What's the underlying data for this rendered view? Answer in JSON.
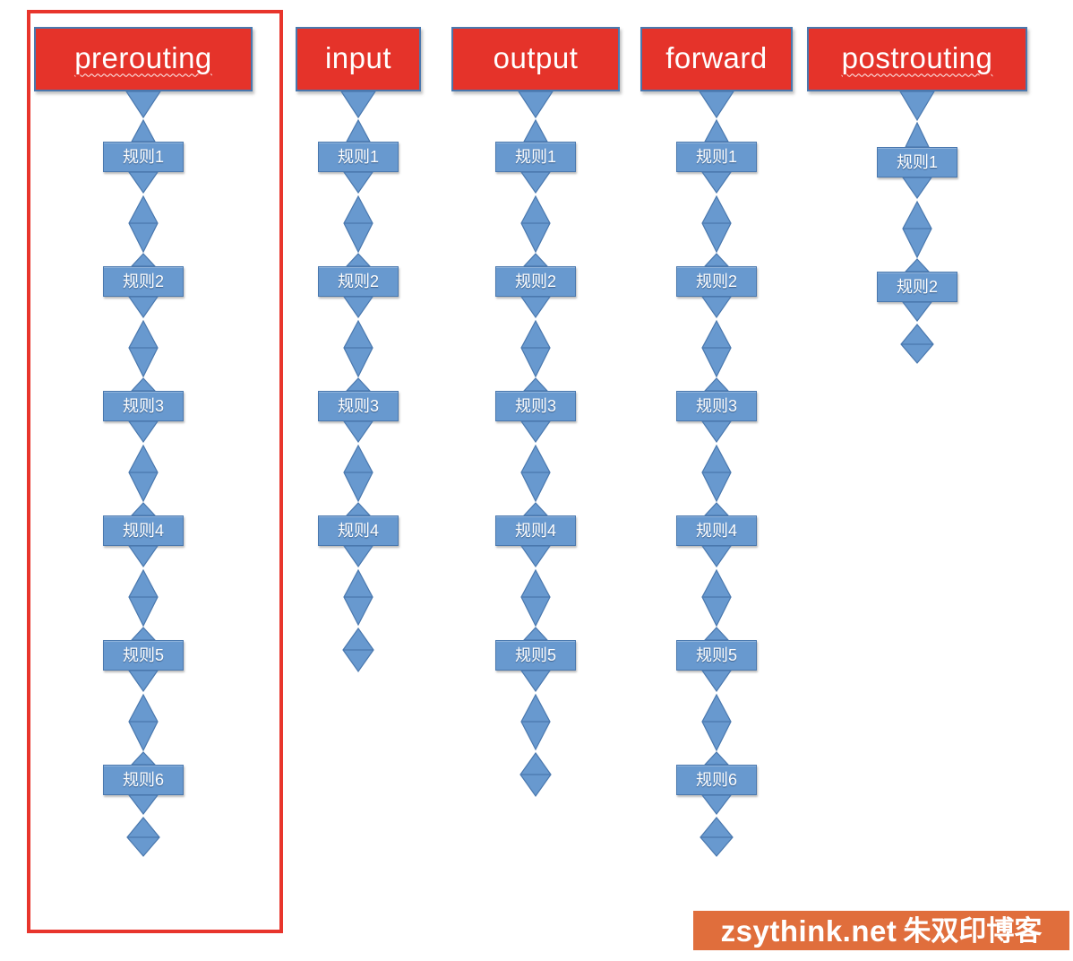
{
  "colors": {
    "chain_header_red": "#e5332a",
    "highlight_red": "#e8352c",
    "shape_blue": "#6899cf",
    "shape_blue_border": "#4a78ae",
    "watermark_orange": "#e06e3c",
    "text_white": "#ffffff"
  },
  "diagram": {
    "chains": [
      {
        "name": "prerouting",
        "underlined": true,
        "highlighted": true,
        "rules": [
          "规则1",
          "规则2",
          "规则3",
          "规则4",
          "规则5",
          "规则6"
        ]
      },
      {
        "name": "input",
        "underlined": false,
        "highlighted": false,
        "rules": [
          "规则1",
          "规则2",
          "规则3",
          "规则4"
        ]
      },
      {
        "name": "output",
        "underlined": false,
        "highlighted": false,
        "rules": [
          "规则1",
          "规则2",
          "规则3",
          "规则4",
          "规则5"
        ]
      },
      {
        "name": "forward",
        "underlined": false,
        "highlighted": false,
        "rules": [
          "规则1",
          "规则2",
          "规则3",
          "规则4",
          "规则5",
          "规则6"
        ]
      },
      {
        "name": "postrouting",
        "underlined": true,
        "highlighted": false,
        "rules": [
          "规则1",
          "规则2"
        ]
      }
    ]
  },
  "watermark": {
    "site": "zsythink.net",
    "blog_name": "朱双印博客"
  }
}
